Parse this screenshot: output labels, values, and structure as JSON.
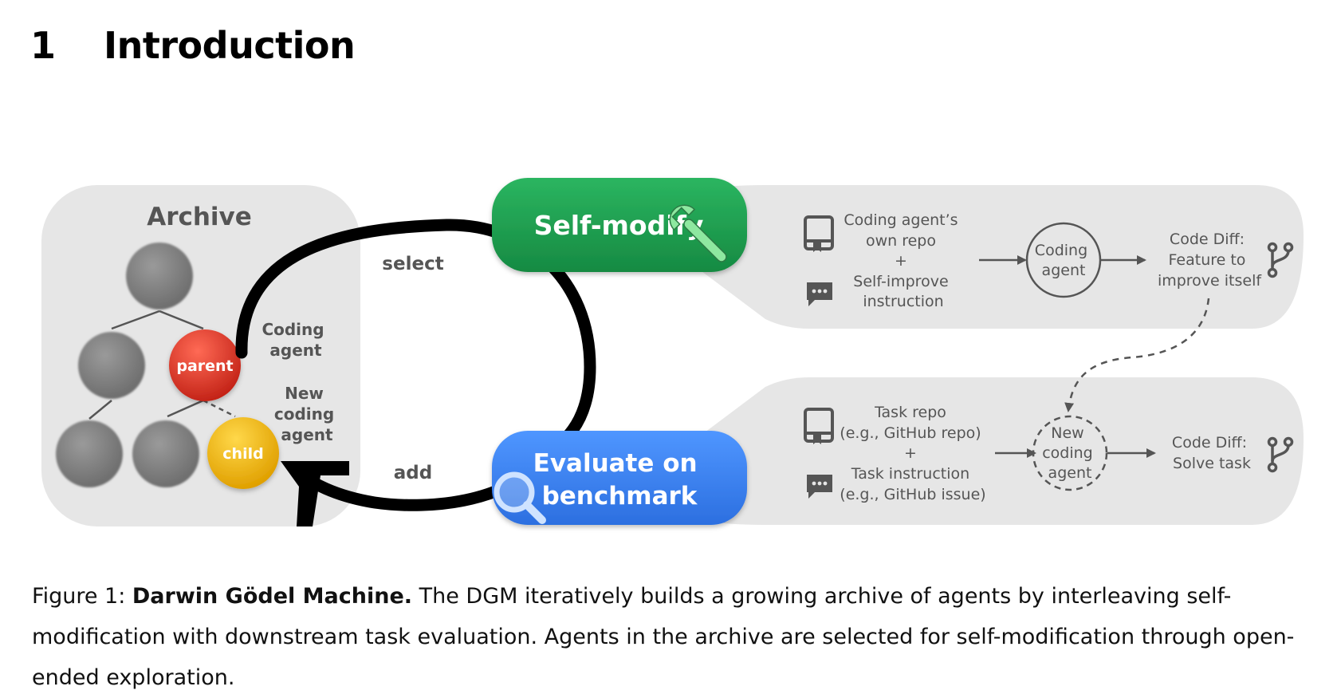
{
  "section": {
    "number": "1",
    "title": "Introduction"
  },
  "figure": {
    "archive": {
      "title": "Archive",
      "parent_label": "parent",
      "child_label": "child",
      "parent_note": [
        "Coding",
        "agent"
      ],
      "child_note": [
        "New",
        "coding",
        "agent"
      ]
    },
    "loop": {
      "select_label": "select",
      "add_label": "add",
      "self_modify_label": "Self-modify",
      "evaluate_label": [
        "Evaluate on",
        "benchmark"
      ]
    },
    "top_flow": {
      "inputs": [
        "Coding agent’s",
        "own repo",
        "+",
        "Self-improve",
        "instruction"
      ],
      "node": [
        "Coding",
        "agent"
      ],
      "output": [
        "Code Diff:",
        "Feature to",
        "improve itself"
      ]
    },
    "bottom_flow": {
      "inputs": [
        "Task repo",
        "(e.g., GitHub repo)",
        "+",
        "Task instruction",
        "(e.g., GitHub issue)"
      ],
      "node": [
        "New",
        "coding",
        "agent"
      ],
      "output": [
        "Code Diff:",
        "Solve task"
      ]
    },
    "icons": [
      "repo-icon",
      "chat-icon",
      "git-branch-icon",
      "wrench-icon",
      "magnifier-icon"
    ],
    "colors": {
      "self_modify": "#1e9a4f",
      "evaluate": "#3b82f0",
      "parent": "#e0342a",
      "child": "#f2b705",
      "archive_node": "#8a8a8a",
      "panel": "#e6e6e6"
    }
  },
  "caption": {
    "label": "Figure 1:",
    "title": "Darwin Gödel Machine.",
    "text": " The DGM iteratively builds a growing archive of agents by interleaving self-modification with downstream task evaluation. Agents in the archive are selected for self-modification through open-ended exploration."
  }
}
